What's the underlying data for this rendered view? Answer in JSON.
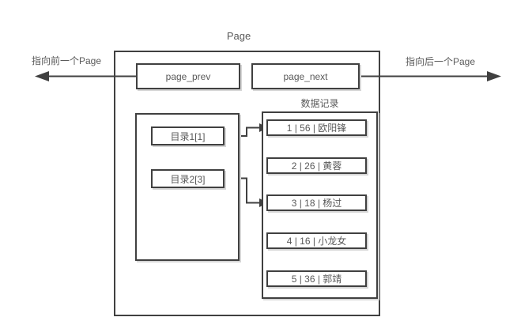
{
  "page": {
    "title": "Page"
  },
  "pointers": {
    "prev_label": "page_prev",
    "next_label": "page_next"
  },
  "external_labels": {
    "prev_arrow_label": "指向前一个Page",
    "next_arrow_label": "指向后一个Page"
  },
  "directory": {
    "entries": [
      {
        "label": "目录1[1]"
      },
      {
        "label": "目录2[3]"
      }
    ]
  },
  "records": {
    "title": "数据记录",
    "items": [
      {
        "label": "1 | 56 | 欧阳锋"
      },
      {
        "label": "2 | 26 | 黄蓉"
      },
      {
        "label": "3 | 18 | 杨过"
      },
      {
        "label": "4 | 16 | 小龙女"
      },
      {
        "label": "5 | 36 | 郭靖"
      }
    ]
  },
  "colors": {
    "background": "#ffffff",
    "border": "#404040",
    "text": "#595959",
    "shadow": "#d6d6d6"
  }
}
